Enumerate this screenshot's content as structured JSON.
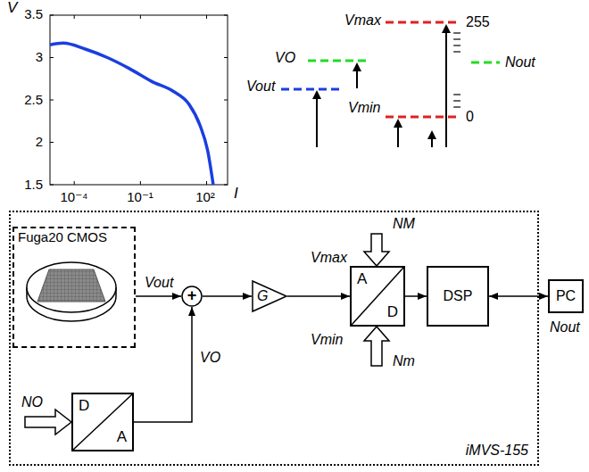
{
  "diagram": {
    "nodes": [
      {
        "text": [
          "iMVS-155"
        ]
      },
      {
        "text": [
          "Fuga20 CMOS"
        ],
        "in": 0
      },
      {
        "text": [
          "+"
        ],
        "in": 0
      },
      {
        "text": [
          "G"
        ],
        "in": 0
      },
      {
        "text": [
          "A",
          "D"
        ],
        "in": 0
      },
      {
        "text": [
          "DSP"
        ],
        "in": 0
      },
      {
        "text": [
          "PC"
        ]
      },
      {
        "text": [
          "D",
          "A"
        ],
        "in": 0
      }
    ],
    "edges": [
      {
        "from": 1,
        "to": 2,
        "arrow": "to",
        "label": "Vout"
      },
      {
        "from": 7,
        "to": 2,
        "arrow": "to",
        "label": "VO"
      },
      {
        "from": 2,
        "to": 3,
        "arrow": "to"
      },
      {
        "from": 3,
        "to": 4,
        "arrow": "to"
      },
      {
        "from": 4,
        "to": 5,
        "arrow": "to"
      },
      {
        "from": 5,
        "to": 6,
        "arrow": "both"
      }
    ],
    "labels": [
      "V",
      "3.5",
      "3",
      "2.5",
      "2",
      "1.5",
      "10⁻⁴",
      "10⁻¹",
      "10²",
      "I",
      "Vmax",
      "Vout",
      "VO",
      "Vmin",
      "255",
      "Nout",
      "0",
      "NM",
      "Vmax",
      "Vmin",
      "Nm",
      "NO",
      "Nout"
    ]
  }
}
